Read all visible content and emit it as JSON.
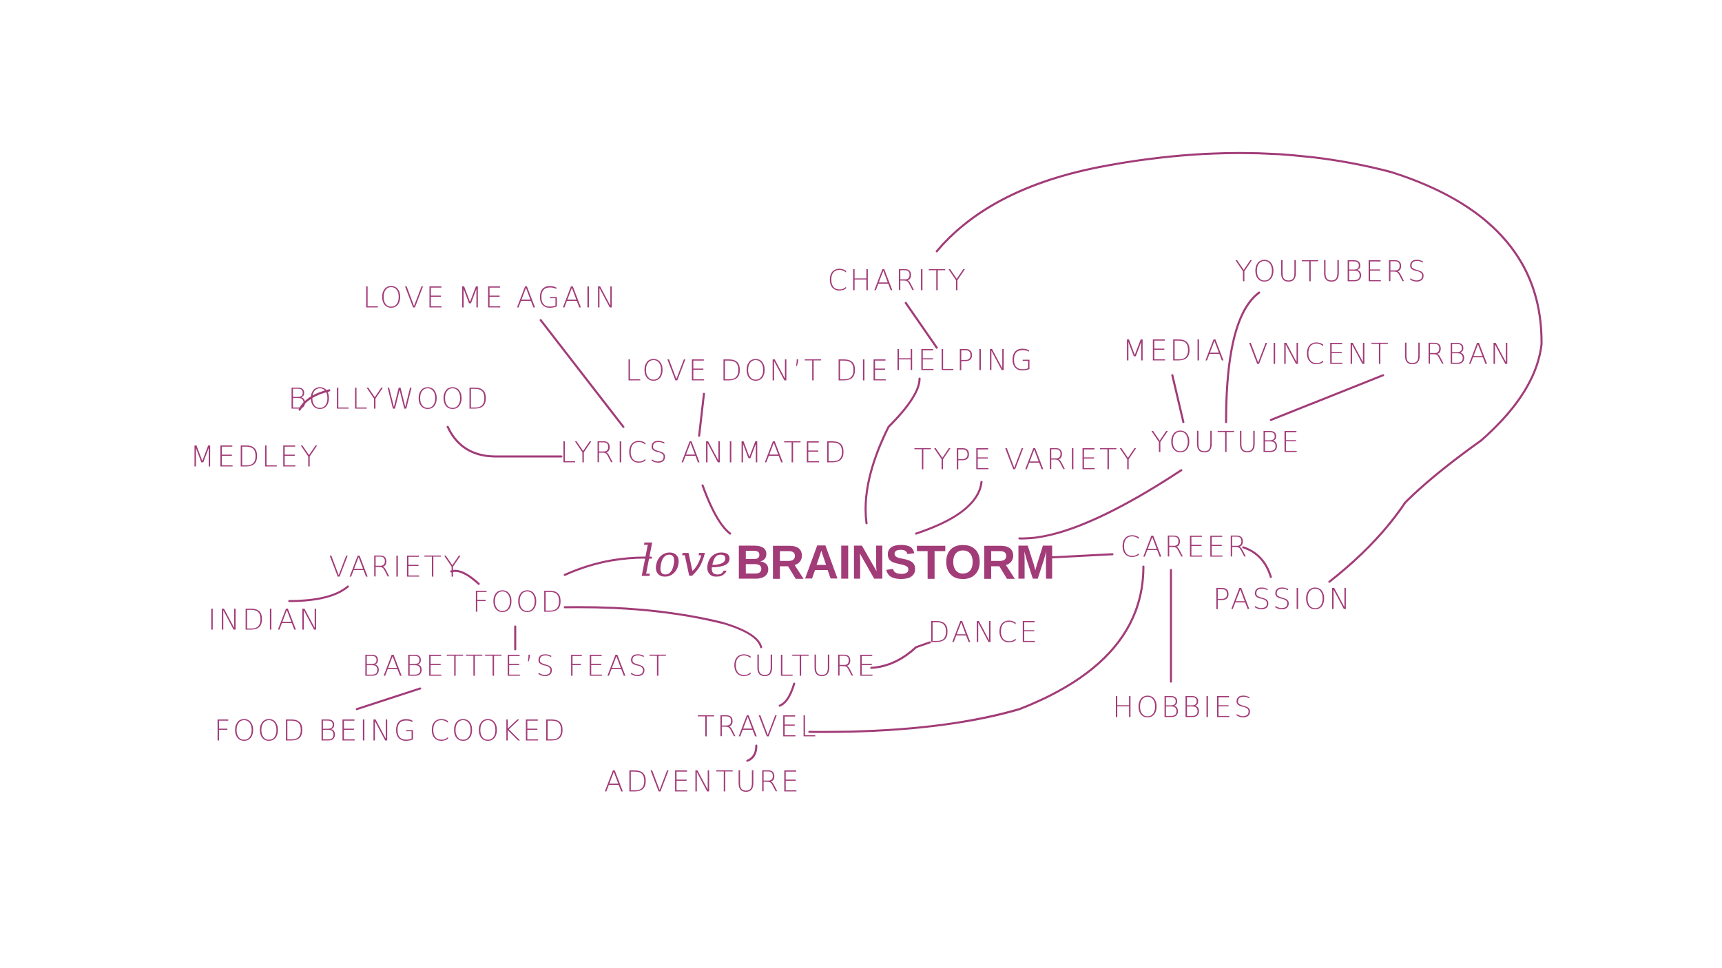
{
  "colors": {
    "accent": "#a23c78",
    "background": "#ffffff"
  },
  "title": {
    "script": "love",
    "main": "BRAINSTORM"
  },
  "nodes": {
    "love_me_again": "LOVE ME AGAIN",
    "charity": "CHARITY",
    "youtubers": "YOUTUBERS",
    "love_dont_die": "LOVE DON’T DIE",
    "helping": "HELPING",
    "media": "MEDIA",
    "vincent_urban": "VINCENT URBAN",
    "bollywood": "BOLLYWOOD",
    "medley": "MEDLEY",
    "lyrics_animated": "LYRICS ANIMATED",
    "type_variety": "TYPE VARIETY",
    "youtube": "YOUTUBE",
    "career": "CAREER",
    "passion": "PASSION",
    "variety": "VARIETY",
    "food": "FOOD",
    "indian": "INDIAN",
    "dance": "DANCE",
    "babettes_feast": "BABETTTE’S FEAST",
    "culture": "CULTURE",
    "hobbies": "HOBBIES",
    "food_being_cooked": "FOOD BEING COOKED",
    "travel": "TRAVEL",
    "adventure": "ADVENTURE"
  }
}
